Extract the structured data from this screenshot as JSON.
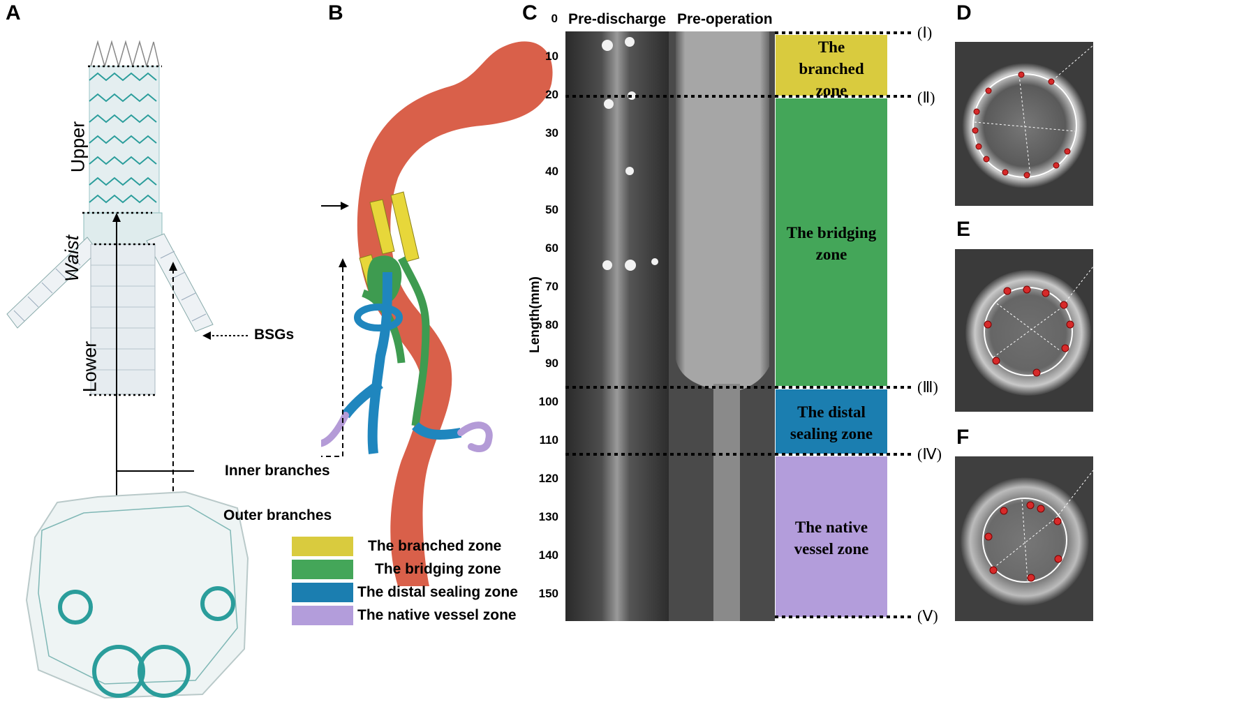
{
  "panels": {
    "a": "A",
    "b": "B",
    "c": "C",
    "d": "D",
    "e": "E",
    "f": "F"
  },
  "panel_a": {
    "upper": "Upper",
    "waist": "Waist",
    "lower": "Lower",
    "bsgs": "BSGs",
    "inner_branches": "Inner branches",
    "outer_branches": "Outer branches"
  },
  "panel_c": {
    "col_pre_discharge": "Pre-discharge",
    "col_pre_operation": "Pre-operation",
    "axis_label": "Length(mm)",
    "ticks": [
      "0",
      "10",
      "20",
      "30",
      "40",
      "50",
      "60",
      "70",
      "80",
      "90",
      "100",
      "110",
      "120",
      "130",
      "140",
      "150"
    ],
    "levels": [
      "(Ⅰ)",
      "(Ⅱ)",
      "(Ⅲ)",
      "(Ⅳ)",
      "(Ⅴ)"
    ],
    "zones": [
      {
        "line1": "The",
        "line2": "branched",
        "line3": "zone",
        "color": "#d9cb3e"
      },
      {
        "line1": "The bridging",
        "line2": "zone",
        "line3": "",
        "color": "#44a659"
      },
      {
        "line1": "The distal",
        "line2": "sealing zone",
        "line3": "",
        "color": "#1b7eb0"
      },
      {
        "line1": "The native",
        "line2": "vessel zone",
        "line3": "",
        "color": "#b39ddb"
      }
    ]
  },
  "legend": [
    {
      "label": "The branched zone",
      "color": "#d9cb3e"
    },
    {
      "label": "The bridging zone",
      "color": "#44a659"
    },
    {
      "label": "The distal sealing zone",
      "color": "#1b7eb0"
    },
    {
      "label": "The native vessel zone",
      "color": "#b39ddb"
    }
  ],
  "colors": {
    "aorta": "#d9604a",
    "stent": "#2a9d9b"
  }
}
